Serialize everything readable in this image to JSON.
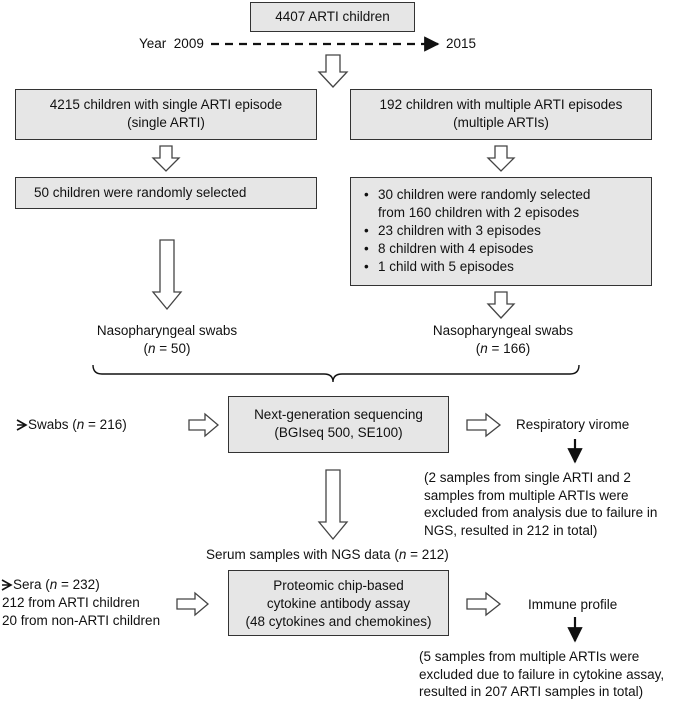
{
  "top_box": "4407 ARTI children",
  "timeline": {
    "label": "Year",
    "start": "2009",
    "end": "2015"
  },
  "single": {
    "box_line1": "4215 children with single ARTI episode",
    "box_line2": "(single ARTI)",
    "selected": "50 children were randomly selected",
    "swabs_label": "Nasopharyngeal swabs",
    "swabs_n_prefix": "(",
    "swabs_n": "n",
    "swabs_n_suffix": " = 50)"
  },
  "multiple": {
    "box_line1": "192 children with multiple ARTI episodes",
    "box_line2": "(multiple ARTIs)",
    "items": [
      "30 children were randomly selected from 160 children with 2 episodes",
      "23 children with 3 episodes",
      "8 children with 4 episodes",
      "1 child with 5 episodes"
    ],
    "item1_line1": "30 children were randomly selected",
    "item1_line2": "from 160 children with 2 episodes",
    "swabs_label": "Nasopharyngeal swabs",
    "swabs_n_prefix": "(",
    "swabs_n": "n",
    "swabs_n_suffix": " = 166)"
  },
  "ngs": {
    "input_prefix": "Swabs (",
    "input_n": "n",
    "input_suffix": " = 216)",
    "box_line1": "Next-generation sequencing",
    "box_line2": "(BGIseq 500, SE100)",
    "output": "Respiratory virome",
    "note_lines": [
      "(2 samples from single ARTI and 2",
      "samples from multiple ARTIs were",
      "excluded from analysis due to failure in",
      "NGS, resulted in 212 in total)"
    ]
  },
  "serum_header_prefix": "Serum samples with NGS data (",
  "serum_header_n": "n",
  "serum_header_suffix": " = 212)",
  "proteomic": {
    "input_prefix": "Sera (",
    "input_n": "n",
    "input_suffix": " = 232)",
    "input_line2": "212 from ARTI children",
    "input_line3": "20 from non-ARTI children",
    "box_line1": "Proteomic chip-based",
    "box_line2": "cytokine antibody assay",
    "box_line3": "(48 cytokines and chemokines)",
    "output": "Immune profile",
    "note_lines": [
      "(5 samples from multiple ARTIs were",
      "excluded due to failure in cytokine assay,",
      "resulted in 207 ARTI samples in total)"
    ]
  }
}
